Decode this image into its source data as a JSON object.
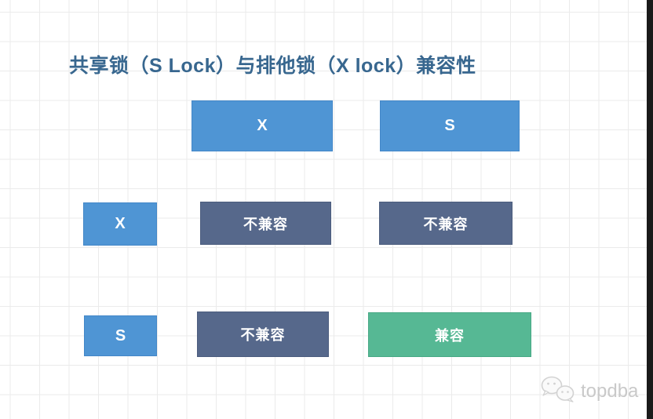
{
  "title": {
    "text": "共享锁（S Lock）与排他锁（X lock）兼容性",
    "color": "#38678f"
  },
  "matrix": {
    "col_headers": [
      "X",
      "S"
    ],
    "row_headers": [
      "X",
      "S"
    ],
    "cells": [
      [
        "不兼容",
        "不兼容"
      ],
      [
        "不兼容",
        "兼容"
      ]
    ]
  },
  "colors": {
    "lock_blue": "#4f95d4",
    "incompatible_slate": "#56688b",
    "compatible_green": "#56b894",
    "grid_line": "#ebebeb",
    "title_blue": "#38678f"
  },
  "watermark": {
    "icon": "wechat-icon",
    "text": "topdba"
  }
}
